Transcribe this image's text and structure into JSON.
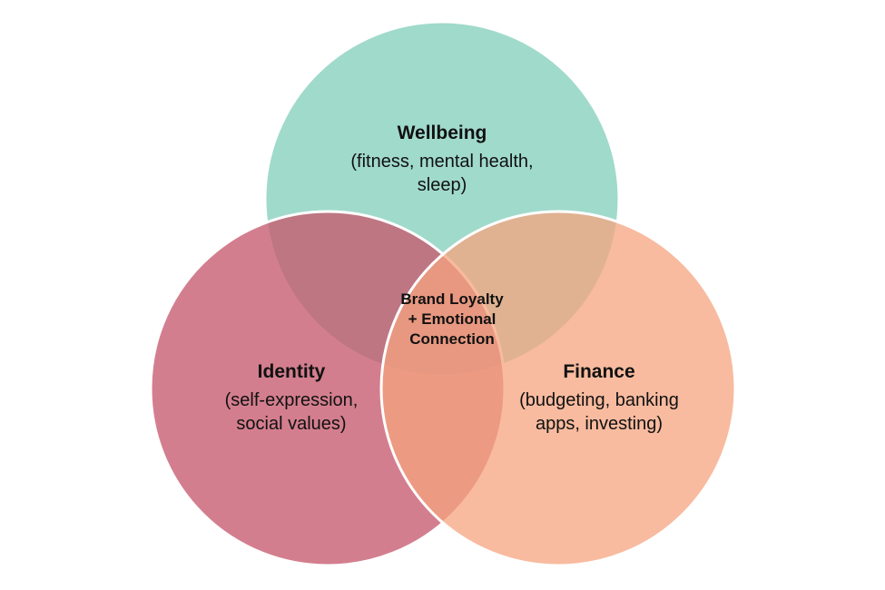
{
  "diagram": {
    "circles": [
      {
        "key": "wellbeing",
        "title": "Wellbeing",
        "desc_lines": [
          "(fitness, mental health,",
          "sleep)"
        ],
        "color": "#8fd4c2"
      },
      {
        "key": "identity",
        "title": "Identity",
        "desc_lines": [
          "(self-expression,",
          "social values)"
        ],
        "color": "#c75a6e"
      },
      {
        "key": "finance",
        "title": "Finance",
        "desc_lines": [
          "(budgeting, banking",
          "apps, investing)"
        ],
        "color": "#f5a47f"
      }
    ],
    "center_lines": [
      "Brand Loyalty",
      "+ Emotional",
      "Connection"
    ],
    "outline_color": "#ffffff"
  }
}
